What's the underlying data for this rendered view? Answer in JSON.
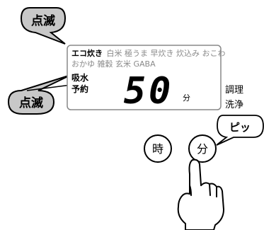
{
  "callouts": {
    "top": "点滅",
    "bottom": "点滅",
    "beep": "ピッ"
  },
  "lcd": {
    "row1": {
      "active": "エコ炊き",
      "inactive": "白米 極うま 早炊き 炊込み おこわ"
    },
    "row2": "おかゆ 雑穀 玄米 GABA",
    "left_top": "吸水",
    "left_bottom": "予約",
    "digits": "50",
    "unit": "分"
  },
  "side_labels": {
    "top": "調理",
    "bottom": "洗浄"
  },
  "buttons": {
    "hour": "時",
    "minute": "分"
  },
  "colors": {
    "bubble_fill": "#c8c8c8",
    "lcd_border": "#888888",
    "inactive_text": "#8a8a8a",
    "text": "#000000"
  }
}
